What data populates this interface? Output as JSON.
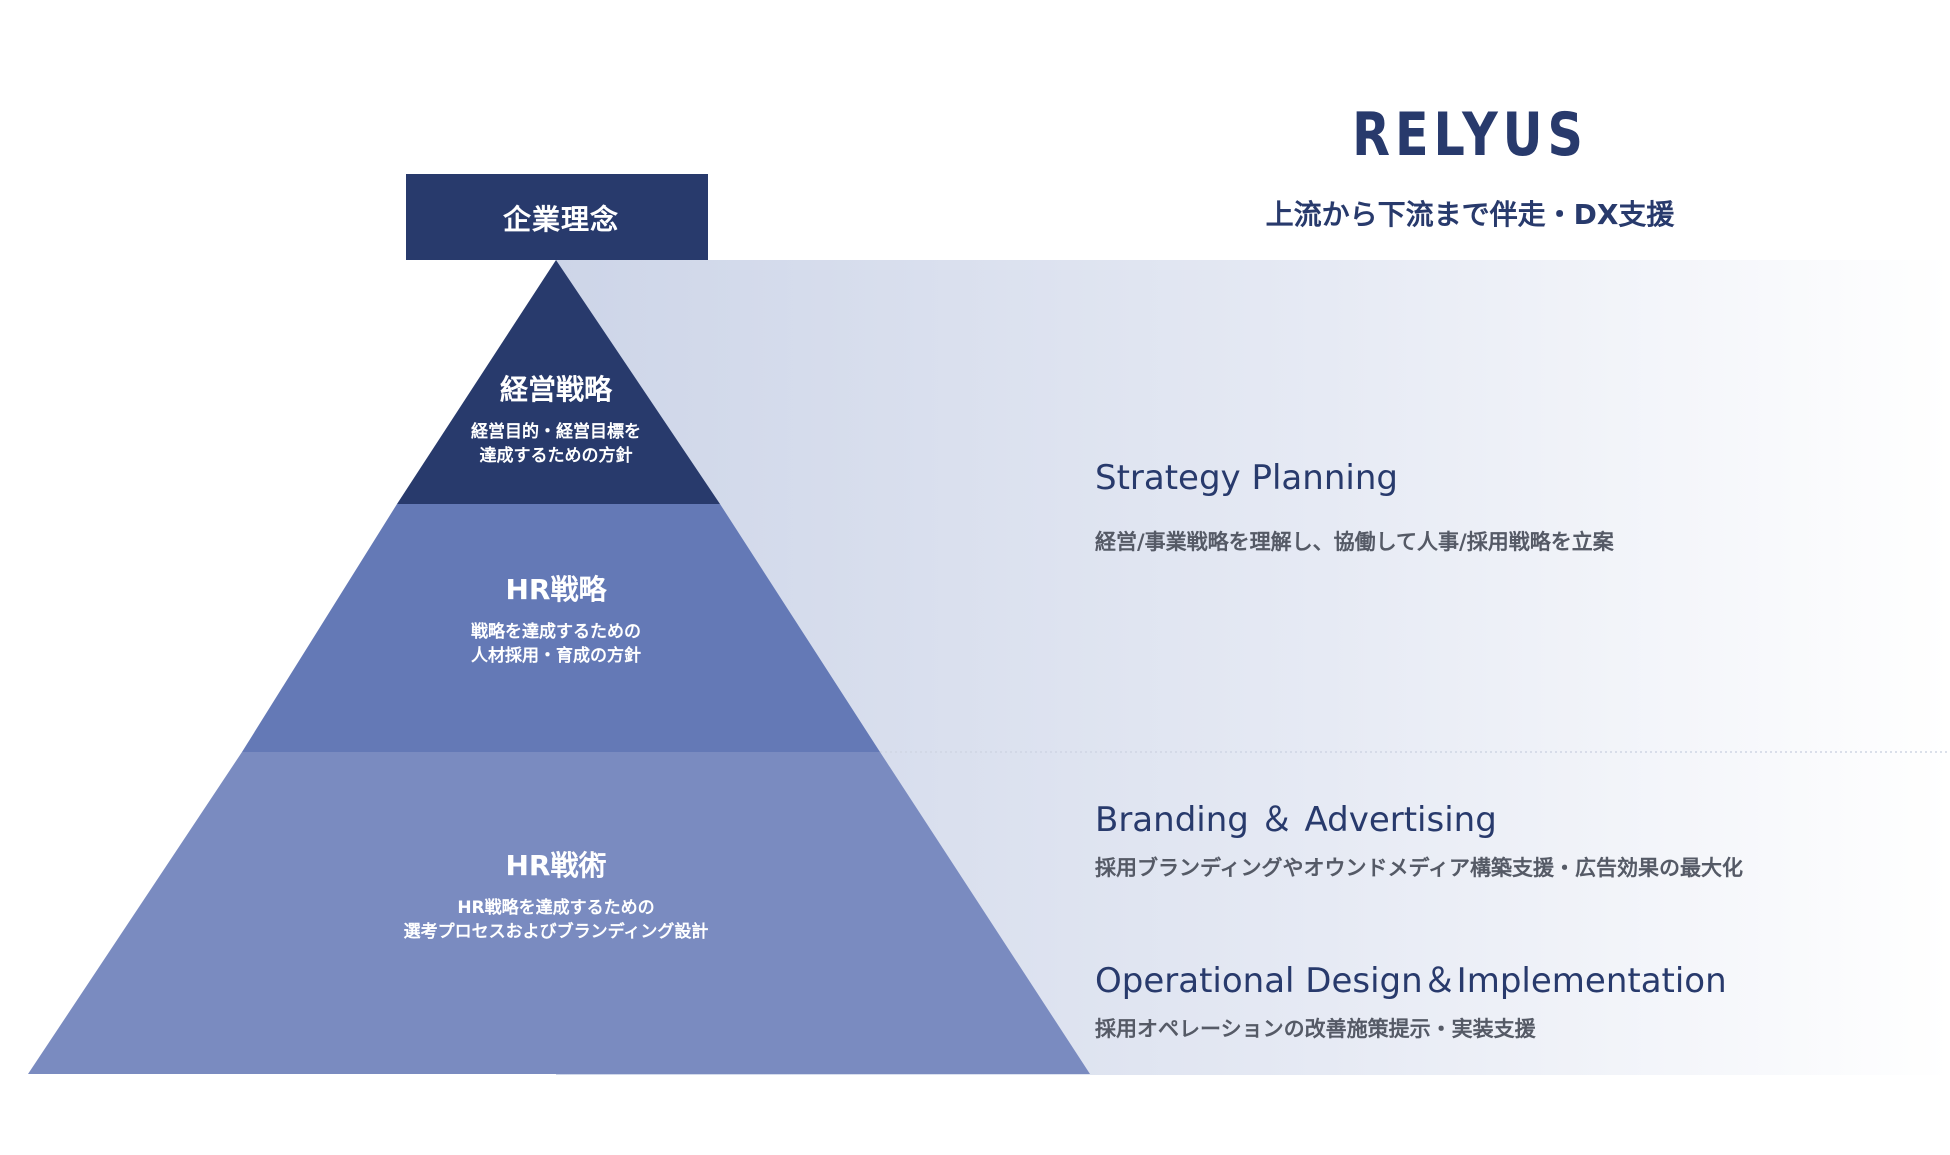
{
  "header": {
    "box_label": "企業理念",
    "logo_text": "RELYUS",
    "tagline": "上流から下流まで伴走・DX支援"
  },
  "pyramid": {
    "tiers": [
      {
        "title": "経営戦略",
        "desc_line1": "経営目的・経営目標を",
        "desc_line2": "達成するための方針"
      },
      {
        "title": "HR戦略",
        "desc_line1": "戦略を達成するための",
        "desc_line2": "人材採用・育成の方針"
      },
      {
        "title": "HR戦術",
        "desc_line1": "HR戦略を達成するための",
        "desc_line2": "選考プロセスおよびブランディング設計"
      }
    ]
  },
  "services": [
    {
      "title": "Strategy Planning",
      "desc": "経営/事業戦略を理解し、協働して人事/採用戦略を立案"
    },
    {
      "title": "Branding ＆ Advertising",
      "desc": "採用ブランディングやオウンドメディア構築支援・広告効果の最大化"
    },
    {
      "title": "Operational Design＆Implementation",
      "desc": "採用オペレーションの改善施策提示・実装支援"
    }
  ],
  "colors": {
    "navy": "#283a6c",
    "tier_mid": "#6479b6",
    "tier_bottom": "#7a8bc0",
    "band_start": "#cdd5e8",
    "band_end": "#ffffff"
  }
}
